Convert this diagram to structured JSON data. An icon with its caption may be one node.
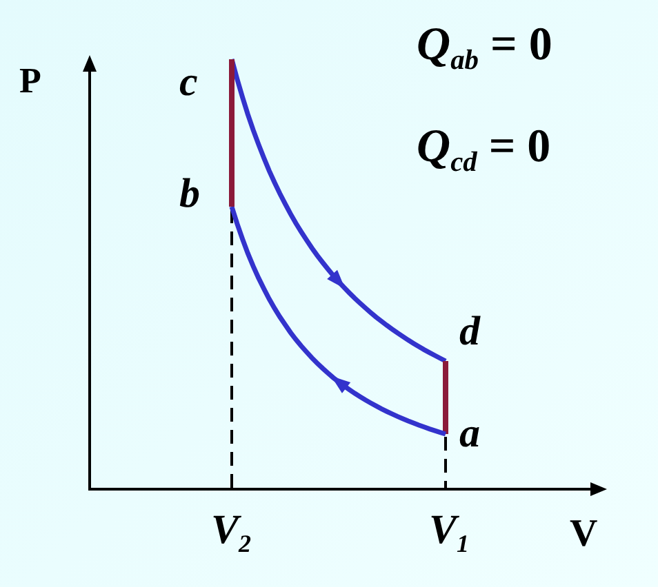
{
  "diagram": {
    "nodes": [
      {
        "text": [
          "c"
        ]
      },
      {
        "text": [
          "b"
        ]
      },
      {
        "text": [
          "d"
        ]
      },
      {
        "text": [
          "a"
        ]
      }
    ],
    "edges": [
      {
        "from": 0,
        "to": 2,
        "arrow": "to",
        "color": "#3333cc"
      },
      {
        "from": 2,
        "to": 3,
        "arrow": "none",
        "color": "#8b1a3a"
      },
      {
        "from": 3,
        "to": 1,
        "arrow": "to",
        "color": "#3333cc"
      },
      {
        "from": 1,
        "to": 0,
        "arrow": "none",
        "color": "#8b1a3a"
      }
    ],
    "labels": [
      "*Q*$_{ab}$ = 0",
      "*Q*$_{cd}$ = 0",
      "P",
      "V",
      "*V*$_{2}$",
      "*V*$_{1}$"
    ]
  }
}
